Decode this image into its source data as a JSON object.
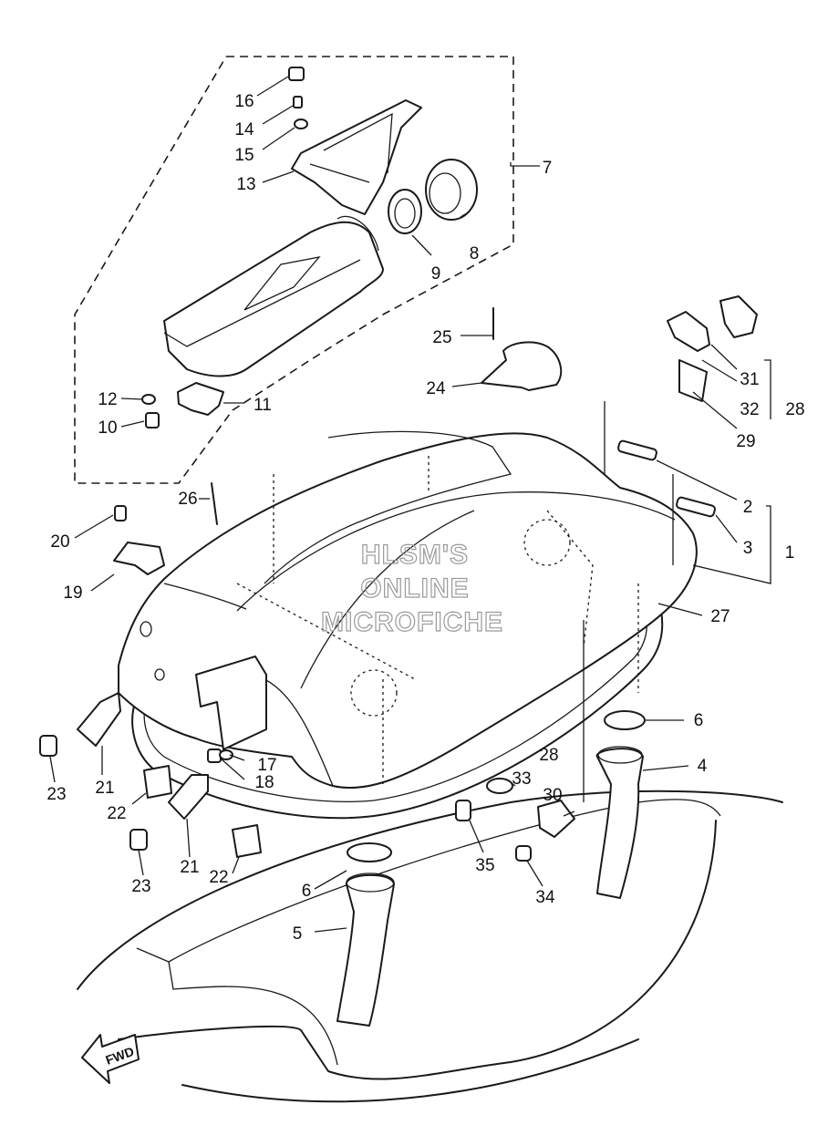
{
  "watermark": {
    "line1": "HLSM'S",
    "line2": "ONLINE",
    "line3": "MICROFICHE"
  },
  "direction_arrow": {
    "label": "FWD"
  },
  "callouts": [
    {
      "id": "c16",
      "text": "16"
    },
    {
      "id": "c14",
      "text": "14"
    },
    {
      "id": "c15",
      "text": "15"
    },
    {
      "id": "c13",
      "text": "13"
    },
    {
      "id": "c7",
      "text": "7"
    },
    {
      "id": "c8",
      "text": "8"
    },
    {
      "id": "c9",
      "text": "9"
    },
    {
      "id": "c25",
      "text": "25"
    },
    {
      "id": "c24",
      "text": "24"
    },
    {
      "id": "c31",
      "text": "31"
    },
    {
      "id": "c32",
      "text": "32"
    },
    {
      "id": "c28a",
      "text": "28"
    },
    {
      "id": "c29",
      "text": "29"
    },
    {
      "id": "c12",
      "text": "12"
    },
    {
      "id": "c10",
      "text": "10"
    },
    {
      "id": "c11",
      "text": "11"
    },
    {
      "id": "c26",
      "text": "26"
    },
    {
      "id": "c2",
      "text": "2"
    },
    {
      "id": "c3",
      "text": "3"
    },
    {
      "id": "c1",
      "text": "1"
    },
    {
      "id": "c20",
      "text": "20"
    },
    {
      "id": "c19",
      "text": "19"
    },
    {
      "id": "c27",
      "text": "27"
    },
    {
      "id": "c6a",
      "text": "6"
    },
    {
      "id": "c4",
      "text": "4"
    },
    {
      "id": "c28b",
      "text": "28"
    },
    {
      "id": "c33",
      "text": "33"
    },
    {
      "id": "c30",
      "text": "30"
    },
    {
      "id": "c17",
      "text": "17"
    },
    {
      "id": "c18",
      "text": "18"
    },
    {
      "id": "c21a",
      "text": "21"
    },
    {
      "id": "c23a",
      "text": "23"
    },
    {
      "id": "c22a",
      "text": "22"
    },
    {
      "id": "c21b",
      "text": "21"
    },
    {
      "id": "c23b",
      "text": "23"
    },
    {
      "id": "c22b",
      "text": "22"
    },
    {
      "id": "c35",
      "text": "35"
    },
    {
      "id": "c34",
      "text": "34"
    },
    {
      "id": "c6b",
      "text": "6"
    },
    {
      "id": "c5",
      "text": "5"
    }
  ]
}
